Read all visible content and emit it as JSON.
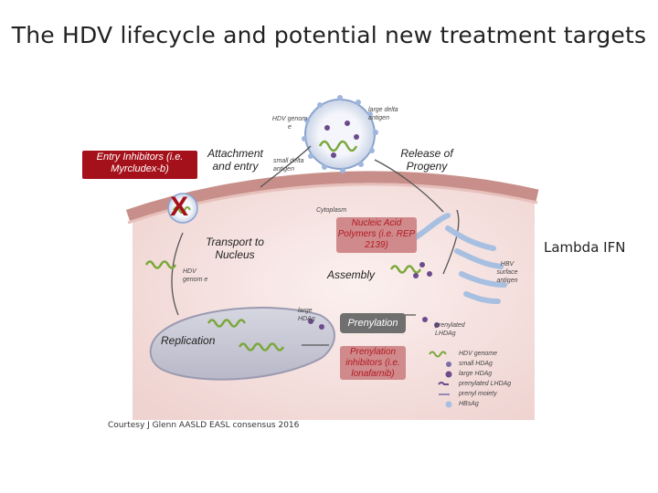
{
  "title": "The HDV lifecycle and potential new treatment targets",
  "labels": {
    "hdv_genome_top": "HDV genom e",
    "large_delta_antigen": "large delta antigen",
    "small_delta_antigen": "small delta antigen",
    "entry_inhibitors": "Entry Inhibitors (i.e. Myrcludex-b)",
    "attachment_entry": "Attachment and entry",
    "release_progeny": "Release of Progeny",
    "x_mark": "X",
    "cytoplasm": "Cytoplasm",
    "nucleic_acid_polymers": "Nucleic Acid Polymers (i.e. REP 2139)",
    "transport_nucleus": "Transport to Nucleus",
    "lambda_ifn": "Lambda IFN",
    "hdv_genome_left": "HDV genom e",
    "assembly": "Assembly",
    "hbv_surface_antigen": "HBV surface antigen",
    "large_hdag": "large HDAg",
    "prenylation": "Prenylation",
    "prenylated_lhdag": "prenylated LHDAg",
    "replication": "Replication",
    "prenylation_inhibitors": "Prenylation inhibitors (i.e. lonafarnib)",
    "courtesy": "Courtesy J Glenn AASLD EASL consensus 2016"
  },
  "legend": [
    {
      "icon": "hdv-genome",
      "label": "HDV genome"
    },
    {
      "icon": "small-hdag",
      "label": "small HDAg"
    },
    {
      "icon": "large-hdag",
      "label": "large HDAg"
    },
    {
      "icon": "prenylated-lhdag",
      "label": "prenylated LHDAg"
    },
    {
      "icon": "prenyl-moiety",
      "label": "prenyl moiety"
    },
    {
      "icon": "hbsag",
      "label": "HBsAg"
    }
  ],
  "colors": {
    "red_box": "#a5111a",
    "cell_fill": "#f6e4e2",
    "membrane": "#c88f8a",
    "nucleus": "#c9c9d6",
    "hbsag_blue": "#a7bfe0",
    "hdag_purple": "#6b4b8c",
    "genome_green": "#7aa83a"
  }
}
